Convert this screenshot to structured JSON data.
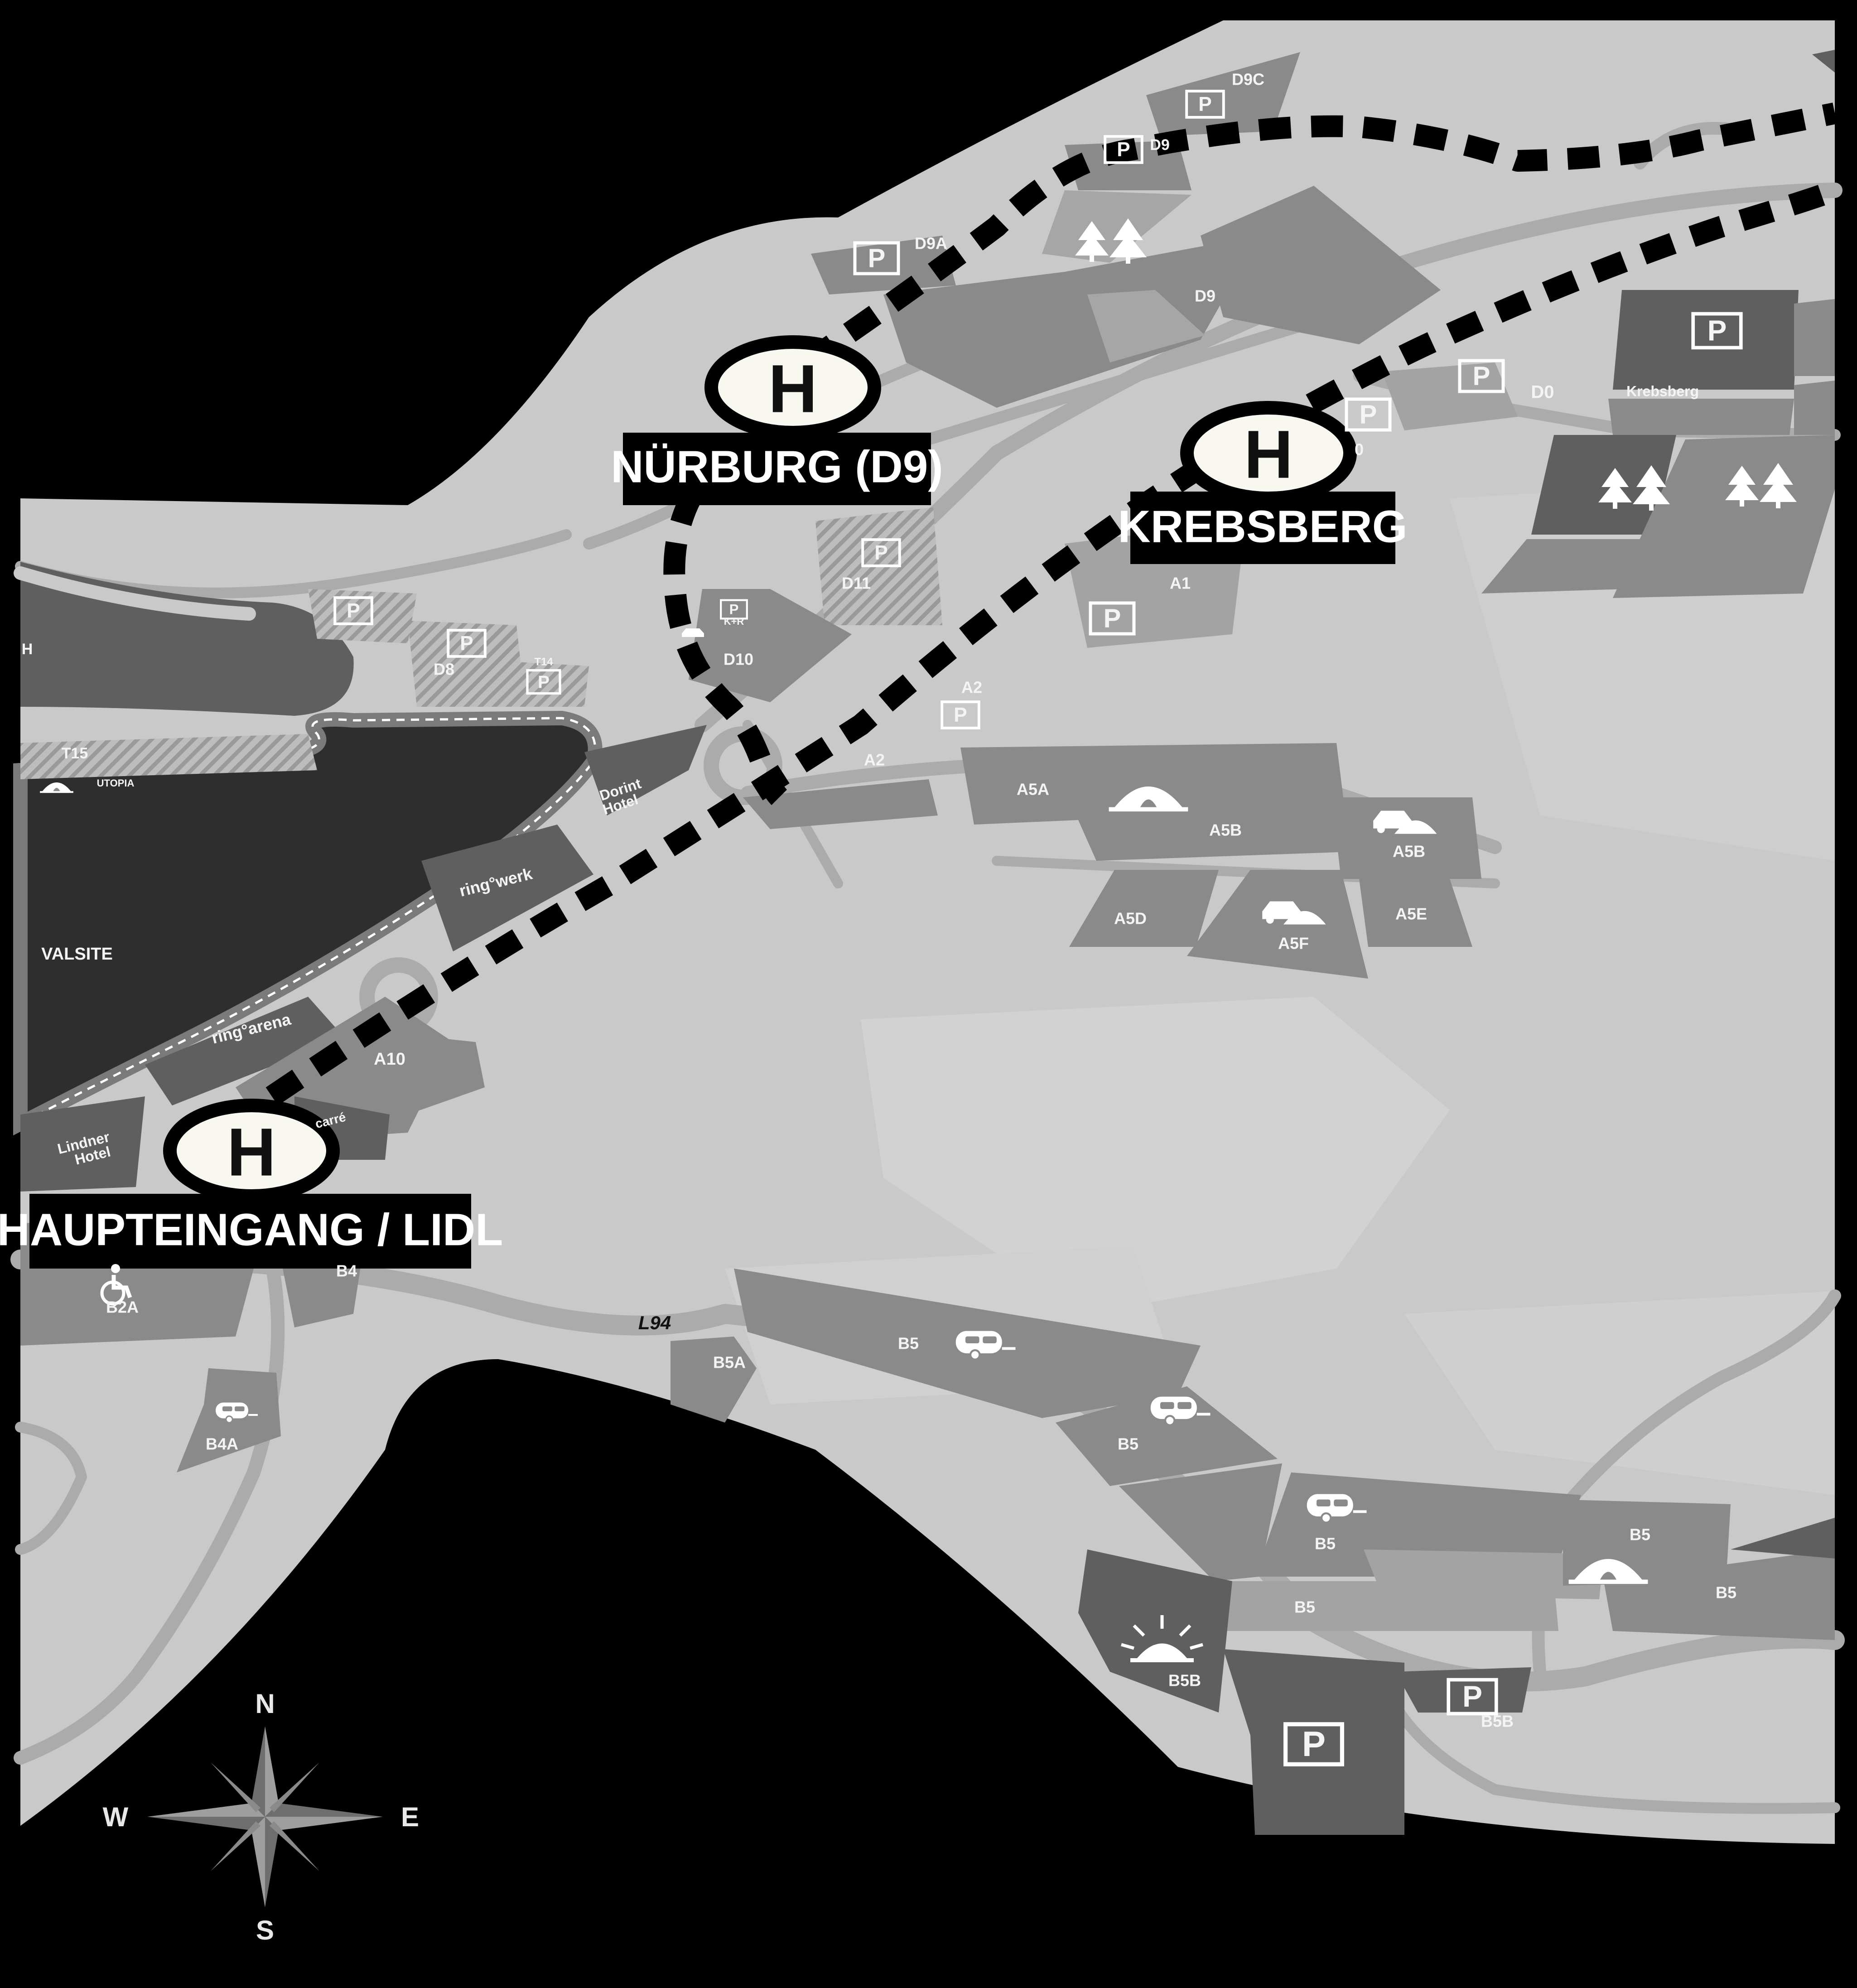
{
  "stops": [
    {
      "id": "nuerburg",
      "label": "NÜRBURG (D9)"
    },
    {
      "id": "krebsberg",
      "label": "KREBSBERG"
    },
    {
      "id": "haupteingang",
      "label": "HAUPTEINGANG / LIDL"
    }
  ],
  "stop_symbol": "H",
  "zones": {
    "d9c": "D9C",
    "d9s": "D9",
    "d9a": "D9A",
    "d9": "D9",
    "d0": "D0",
    "krebsberg": "Krebsberg",
    "d11": "D11",
    "a1": "A1",
    "d8": "D8",
    "t14": "T14",
    "d10": "D10",
    "kr": "K+R",
    "a2a": "A2",
    "a2b": "A2",
    "t15": "T15",
    "utopia": "UTOPIA",
    "a5a": "A5A",
    "a5b1": "A5B",
    "a5b2": "A5B",
    "a5d": "A5D",
    "a5f": "A5F",
    "a5e": "A5E",
    "dorint": "Dorint",
    "hotel1": "Hotel",
    "ringwerk": "ring°werk",
    "valsite": "VALSITE",
    "ringarena": "ring°arena",
    "a10": "A10",
    "carre": "carré",
    "lindner": "Lindner",
    "hotel2": "Hotel",
    "b2a": "B2A",
    "b4": "B4",
    "l94": "L94",
    "b5a": "B5A",
    "b5_1": "B5",
    "b5_2": "B5",
    "b4a": "B4A",
    "b5_3": "B5",
    "b5_4": "B5",
    "b5_5": "B5",
    "b5_6": "B5",
    "b5b1": "B5B",
    "b5b2": "B5B",
    "h_partial": "H",
    "d0_partial": "0"
  },
  "parking_symbol": "P",
  "compass": {
    "n": "N",
    "e": "E",
    "s": "S",
    "w": "W"
  },
  "colors": {
    "background": "#000000",
    "terrain": "#c9c9c9",
    "road": "#ababab",
    "zone_mid": "#8a8a8a",
    "zone_dark": "#5f5f5f",
    "lake": "#2e2e2e",
    "route": "#000000",
    "label_box": "#000000"
  }
}
